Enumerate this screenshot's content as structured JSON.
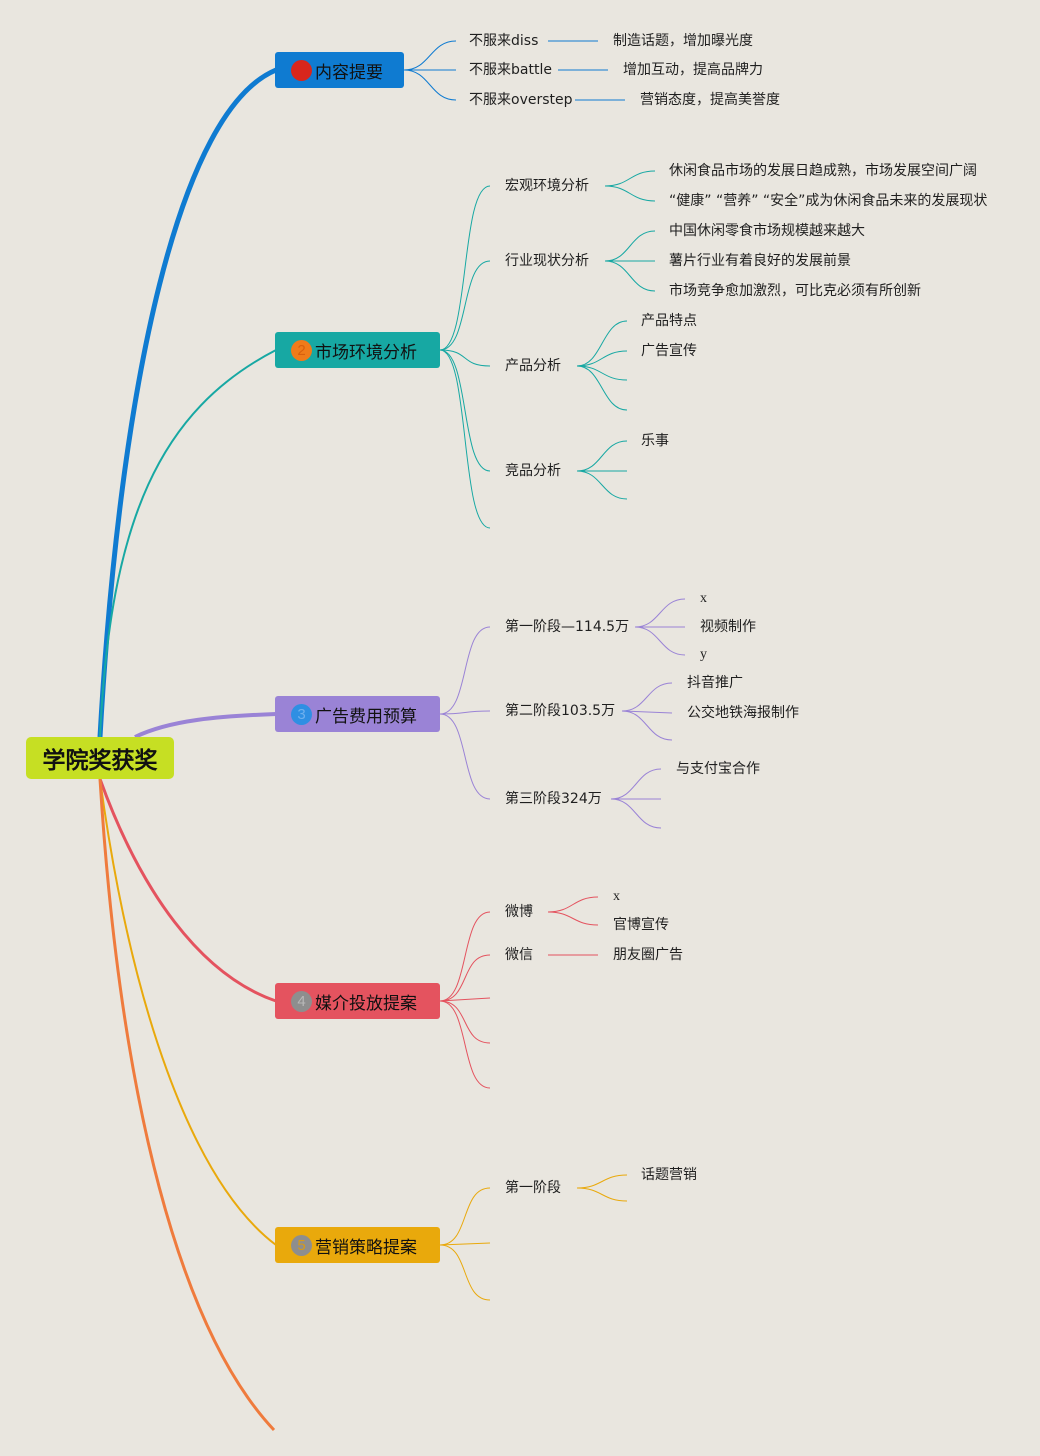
{
  "root": {
    "label": "学院奖获奖"
  },
  "colors": {
    "background": "#e9e6df",
    "root": "#c6df23",
    "blue": "#0f7bd1",
    "teal": "#17a8a3",
    "purple": "#9a83d6",
    "red": "#e4535f",
    "yellow": "#e9a90c",
    "orange": "#ef7b3d"
  },
  "topics": [
    {
      "num": "1",
      "label": "内容提要",
      "children": [
        {
          "label": "不服来diss",
          "children": [
            {
              "label": "制造话题，增加曝光度"
            }
          ]
        },
        {
          "label": "不服来battle",
          "children": [
            {
              "label": "增加互动，提高品牌力"
            }
          ]
        },
        {
          "label": "不服来overstep",
          "children": [
            {
              "label": "营销态度，提高美誉度"
            }
          ]
        }
      ]
    },
    {
      "num": "2",
      "label": "市场环境分析",
      "children": [
        {
          "label": "宏观环境分析",
          "children": [
            {
              "label": "休闲食品市场的发展日趋成熟，市场发展空间广阔"
            },
            {
              "label": "“健康” “营养” “安全”成为休闲食品未来的发展现状"
            }
          ]
        },
        {
          "label": "行业现状分析",
          "children": [
            {
              "label": "中国休闲零食市场规模越来越大"
            },
            {
              "label": "薯片行业有着良好的发展前景"
            },
            {
              "label": "市场竞争愈加激烈，可比克必须有所创新"
            }
          ]
        },
        {
          "label": "产品分析",
          "children": [
            {
              "label": "产品特点"
            },
            {
              "label": "广告宣传"
            }
          ]
        },
        {
          "label": "竞品分析",
          "children": [
            {
              "label": "乐事"
            }
          ]
        }
      ]
    },
    {
      "num": "3",
      "label": "广告费用预算",
      "children": [
        {
          "label": "第一阶段—114.5万",
          "children": [
            {
              "label": "x"
            },
            {
              "label": "视频制作"
            },
            {
              "label": "y"
            }
          ]
        },
        {
          "label": "第二阶段103.5万",
          "children": [
            {
              "label": "抖音推广"
            },
            {
              "label": "公交地铁海报制作"
            }
          ]
        },
        {
          "label": "第三阶段324万",
          "children": [
            {
              "label": "与支付宝合作"
            }
          ]
        }
      ]
    },
    {
      "num": "4",
      "label": "媒介投放提案",
      "children": [
        {
          "label": "微博",
          "children": [
            {
              "label": "x"
            },
            {
              "label": "官博宣传"
            }
          ]
        },
        {
          "label": "微信",
          "children": [
            {
              "label": "朋友圈广告"
            }
          ]
        }
      ]
    },
    {
      "num": "5",
      "label": "营销策略提案",
      "children": [
        {
          "label": "第一阶段",
          "children": [
            {
              "label": "话题营销"
            }
          ]
        }
      ]
    }
  ]
}
